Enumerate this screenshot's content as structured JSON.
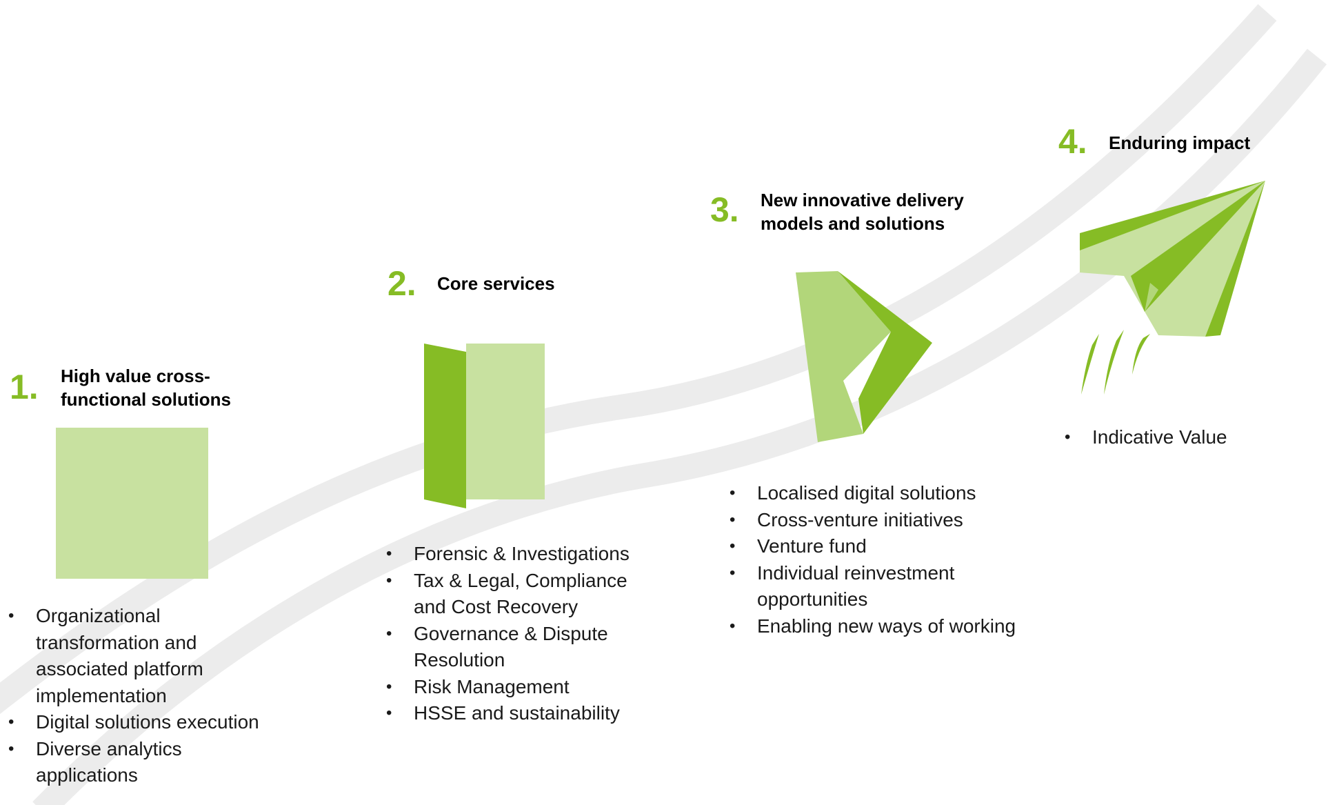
{
  "colors": {
    "accent_green": "#86bc25",
    "light_green": "#c8e1a0",
    "mid_green": "#b2d67a",
    "swoosh_gray": "#ececec",
    "text": "#1a1a1a"
  },
  "stages": [
    {
      "number": "1.",
      "title_lines": [
        "High value cross-",
        "functional solutions"
      ],
      "icon": "flat-square-icon",
      "bullets": [
        "Organizational transformation and associated platform implementation",
        "Digital solutions execution",
        "Diverse analytics applications"
      ]
    },
    {
      "number": "2.",
      "title_lines": [
        "Core services"
      ],
      "icon": "folded-paper-icon",
      "bullets": [
        "Forensic & Investigations",
        "Tax & Legal, Compliance and Cost Recovery",
        "Governance & Dispute Resolution",
        "Risk Management",
        "HSSE and sustainability"
      ]
    },
    {
      "number": "3.",
      "title_lines": [
        "New innovative delivery",
        "models and solutions"
      ],
      "icon": "folding-paper-icon",
      "bullets": [
        "Localised digital solutions",
        "Cross-venture initiatives",
        "Venture fund",
        "Individual reinvestment opportunities",
        "Enabling new ways of working"
      ]
    },
    {
      "number": "4.",
      "title_lines": [
        "Enduring impact"
      ],
      "icon": "paper-plane-icon",
      "bullets": [
        "Indicative Value"
      ]
    }
  ]
}
